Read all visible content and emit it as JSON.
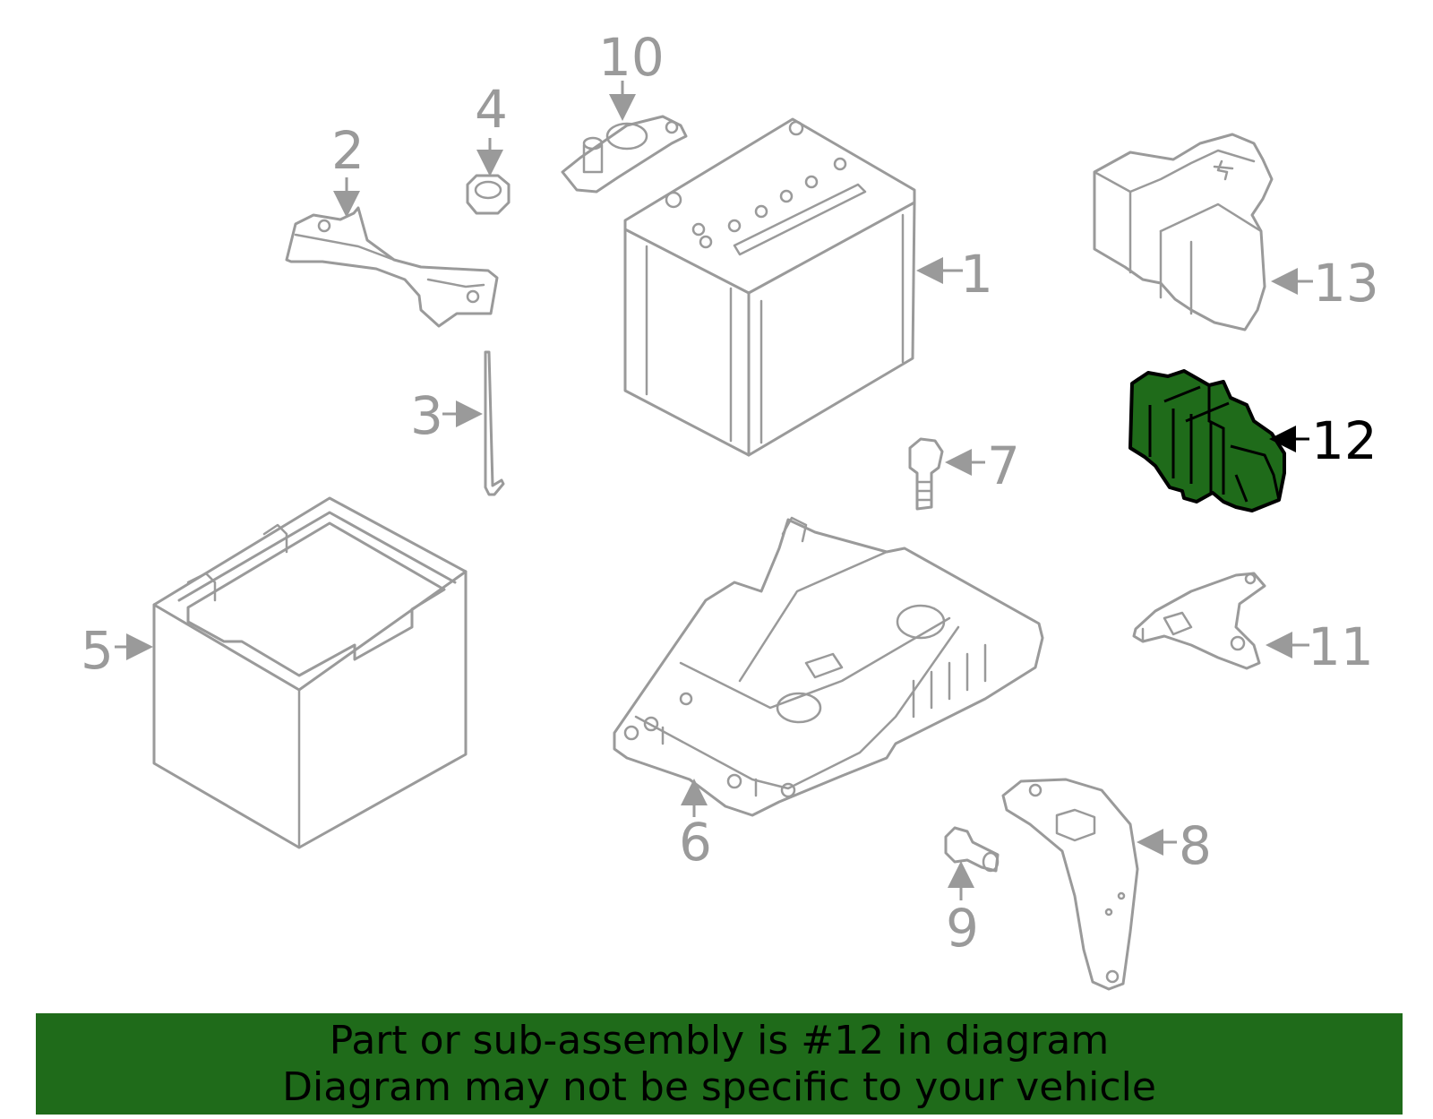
{
  "diagram": {
    "highlight_color": "#1f6b1a",
    "callouts": {
      "c1": "1",
      "c2": "2",
      "c3": "3",
      "c4": "4",
      "c5": "5",
      "c6": "6",
      "c7": "7",
      "c8": "8",
      "c9": "9",
      "c10": "10",
      "c11": "11",
      "c12": "12",
      "c13": "13"
    },
    "highlighted_part": "12"
  },
  "banner": {
    "line1": "Part or sub-assembly is #12 in diagram",
    "line2": "Diagram may not be specific to your vehicle",
    "background": "#1f6b1a"
  }
}
